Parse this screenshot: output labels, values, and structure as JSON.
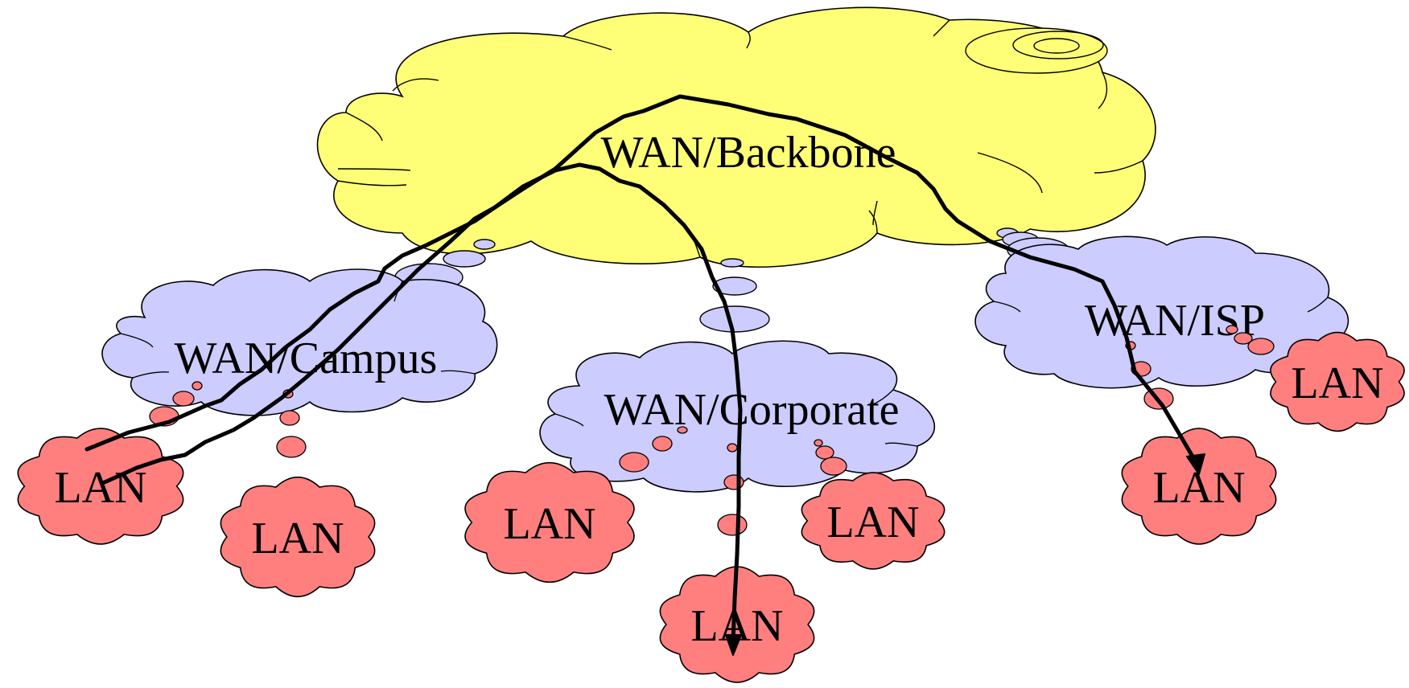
{
  "colors": {
    "backbone": "#ffff77",
    "wan": "#ccccff",
    "lan": "#ff7f7f",
    "path": "#000000"
  },
  "labels": {
    "backbone": "WAN/Backbone",
    "campus": "WAN/Campus",
    "corporate": "WAN/Corporate",
    "isp": "WAN/ISP",
    "lan": "LAN"
  }
}
